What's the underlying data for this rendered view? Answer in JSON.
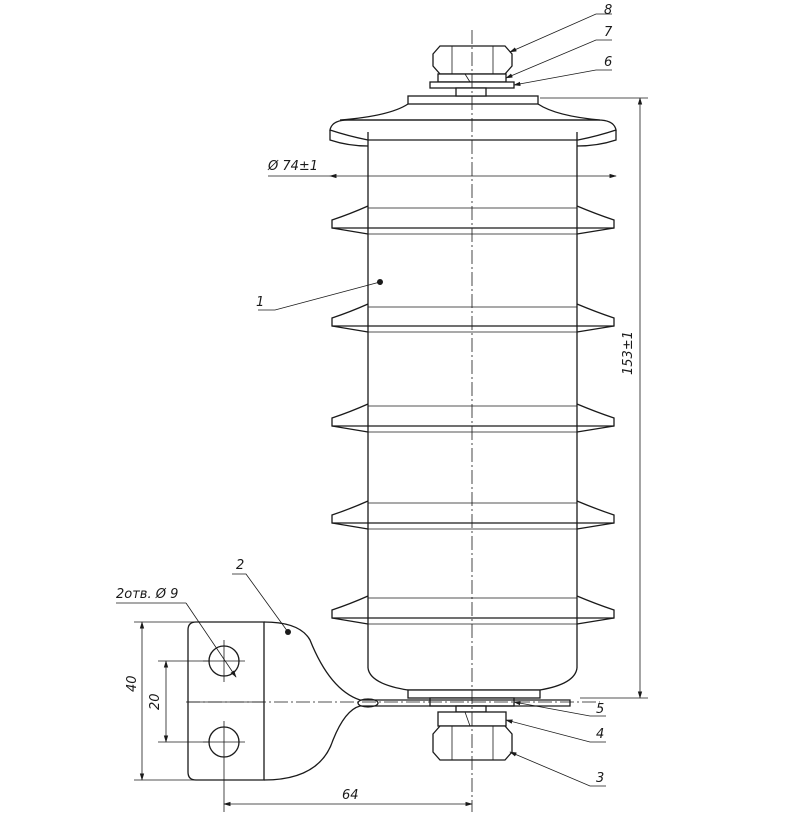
{
  "callouts": {
    "c1": "1",
    "c2": "2",
    "c3": "3",
    "c4": "4",
    "c5": "5",
    "c6": "6",
    "c7": "7",
    "c8": "8"
  },
  "dimensions": {
    "diameter": "Ø 74±1",
    "height": "153±1",
    "holes": "2отв. Ø 9",
    "bracket_height": "40",
    "hole_spacing": "20",
    "offset": "64"
  }
}
